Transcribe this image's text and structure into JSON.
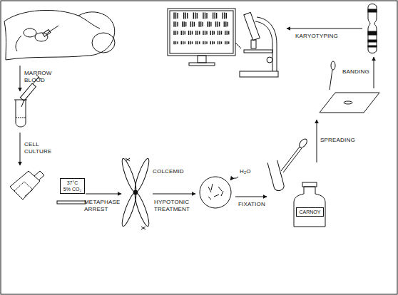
{
  "diagram": {
    "nodes": [
      {
        "text": [
          "37°C",
          "5% CO₂"
        ]
      },
      {
        "text": [
          "CARNOY"
        ]
      }
    ],
    "labels": [
      "MARROW BLOOD",
      "CELL CULTURE",
      "METAPHASE ARREST",
      "COLCEMID",
      "HYPOTONIC TREATMENT",
      "H₂O",
      "FIXATION",
      "SPREADING",
      "BANDING",
      "KARYOTYPING"
    ]
  }
}
